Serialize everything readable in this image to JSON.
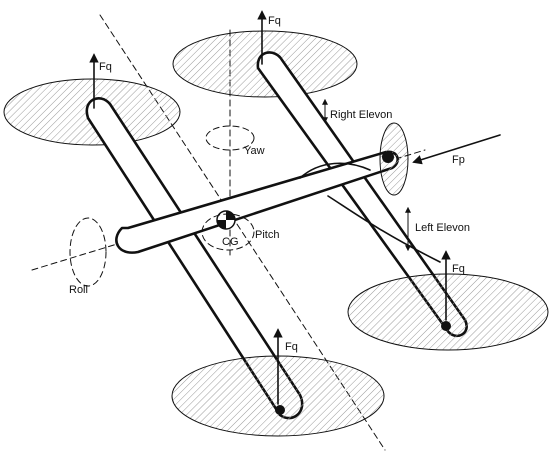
{
  "labels": {
    "fq_top_left": "Fq",
    "fq_top_right": "Fq",
    "fq_bottom_right": "Fq",
    "fq_bottom_left": "Fq",
    "fp": "Fp",
    "right_elevon": "Right Elevon",
    "left_elevon": "Left Elevon",
    "yaw": "Yaw",
    "pitch": "Pitch",
    "roll": "Roll",
    "cg": "CG"
  },
  "colors": {
    "ink": "#111111",
    "hatch": "#9a9a9a",
    "background": "#ffffff"
  }
}
